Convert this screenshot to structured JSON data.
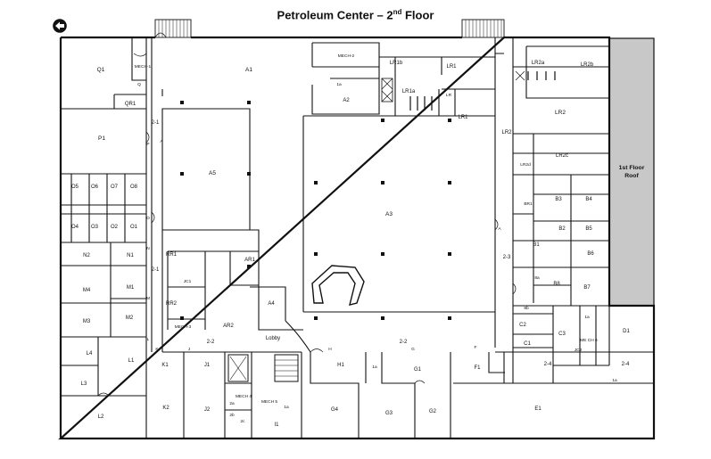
{
  "title": {
    "main": "Petroleum Center – 2",
    "sup": "nd",
    "tail": " Floor"
  },
  "back_icon": "left-arrow-circle-icon",
  "colors": {
    "walls": "#111111",
    "roof_fill": "#c8c8c8",
    "background": "#ffffff"
  },
  "roof": {
    "line1": "1st Floor",
    "line2": "Roof"
  },
  "rooms": [
    {
      "id": "q1",
      "label": "Q1"
    },
    {
      "id": "mech-1",
      "label": "MECH-1"
    },
    {
      "id": "q",
      "label": "Q"
    },
    {
      "id": "qr1",
      "label": "QR1"
    },
    {
      "id": "a1",
      "label": "A1"
    },
    {
      "id": "mech-2",
      "label": "MECH-2"
    },
    {
      "id": "1a-top",
      "label": "1a"
    },
    {
      "id": "lr1b",
      "label": "LR1b"
    },
    {
      "id": "lr1",
      "label": "LR1"
    },
    {
      "id": "a2",
      "label": "A2"
    },
    {
      "id": "lr1a",
      "label": "LR1a"
    },
    {
      "id": "lr-small",
      "label": "LR"
    },
    {
      "id": "lr1-low",
      "label": "LR1"
    },
    {
      "id": "lr2a",
      "label": "LR2a"
    },
    {
      "id": "lr2b",
      "label": "LR2b"
    },
    {
      "id": "lr2",
      "label": "LR2"
    },
    {
      "id": "lr2-side",
      "label": "LR2"
    },
    {
      "id": "lr2c",
      "label": "LR2c"
    },
    {
      "id": "lr2d",
      "label": "LR2d"
    },
    {
      "id": "p1",
      "label": "P1"
    },
    {
      "id": "a5",
      "label": "A5"
    },
    {
      "id": "a3",
      "label": "A3"
    },
    {
      "id": "o5",
      "label": "O5"
    },
    {
      "id": "o6",
      "label": "O6"
    },
    {
      "id": "o7",
      "label": "O7"
    },
    {
      "id": "o8",
      "label": "O8"
    },
    {
      "id": "o4",
      "label": "O4"
    },
    {
      "id": "o3",
      "label": "O3"
    },
    {
      "id": "o2",
      "label": "O2"
    },
    {
      "id": "o1",
      "label": "O1"
    },
    {
      "id": "o",
      "label": "O"
    },
    {
      "id": "b3",
      "label": "B3"
    },
    {
      "id": "b4",
      "label": "B4"
    },
    {
      "id": "br1",
      "label": "BR1"
    },
    {
      "id": "b2",
      "label": "B2"
    },
    {
      "id": "b5",
      "label": "B5"
    },
    {
      "id": "b1",
      "label": "B1"
    },
    {
      "id": "b6",
      "label": "B6"
    },
    {
      "id": "b7",
      "label": "B7"
    },
    {
      "id": "b8",
      "label": "B8"
    },
    {
      "id": "8a",
      "label": "8a"
    },
    {
      "id": "8b",
      "label": "8b"
    },
    {
      "id": "n2",
      "label": "N2"
    },
    {
      "id": "n1",
      "label": "N1"
    },
    {
      "id": "n",
      "label": "N"
    },
    {
      "id": "rr1",
      "label": "RR1"
    },
    {
      "id": "ar1",
      "label": "AR1"
    },
    {
      "id": "jc1",
      "label": "JC1"
    },
    {
      "id": "rr2",
      "label": "RR2"
    },
    {
      "id": "ar2",
      "label": "AR2"
    },
    {
      "id": "mech-3",
      "label": "MECH-3"
    },
    {
      "id": "m4",
      "label": "M4"
    },
    {
      "id": "m1",
      "label": "M1"
    },
    {
      "id": "m",
      "label": "M"
    },
    {
      "id": "m3",
      "label": "M3"
    },
    {
      "id": "m2",
      "label": "M2"
    },
    {
      "id": "a4",
      "label": "A4"
    },
    {
      "id": "lobby",
      "label": "Lobby"
    },
    {
      "id": "c2",
      "label": "C2"
    },
    {
      "id": "c1",
      "label": "C1"
    },
    {
      "id": "c3",
      "label": "C3"
    },
    {
      "id": "1a-c",
      "label": "1a"
    },
    {
      "id": "me",
      "label": "ME CH 6"
    },
    {
      "id": "jc2",
      "label": "JC2"
    },
    {
      "id": "d1",
      "label": "D1"
    },
    {
      "id": "l4",
      "label": "L4"
    },
    {
      "id": "l1",
      "label": "L1"
    },
    {
      "id": "l",
      "label": "L"
    },
    {
      "id": "l3",
      "label": "L3"
    },
    {
      "id": "l2",
      "label": "L2"
    },
    {
      "id": "k",
      "label": "K"
    },
    {
      "id": "k1",
      "label": "K1"
    },
    {
      "id": "k2",
      "label": "K2"
    },
    {
      "id": "j",
      "label": "J"
    },
    {
      "id": "j1",
      "label": "J1"
    },
    {
      "id": "j2",
      "label": "J2"
    },
    {
      "id": "2a",
      "label": "2a"
    },
    {
      "id": "2b",
      "label": "2b"
    },
    {
      "id": "2c",
      "label": "2c"
    },
    {
      "id": "mech-4",
      "label": "MECH 4"
    },
    {
      "id": "mech-5",
      "label": "MECH 5"
    },
    {
      "id": "1a-i",
      "label": "1a"
    },
    {
      "id": "i1",
      "label": "I1"
    },
    {
      "id": "h",
      "label": "H"
    },
    {
      "id": "h1",
      "label": "H1"
    },
    {
      "id": "1a-h",
      "label": "1a"
    },
    {
      "id": "g",
      "label": "G"
    },
    {
      "id": "g1",
      "label": "G1"
    },
    {
      "id": "g4",
      "label": "G4"
    },
    {
      "id": "g3",
      "label": "G3"
    },
    {
      "id": "g2",
      "label": "G2"
    },
    {
      "id": "f",
      "label": "F"
    },
    {
      "id": "f1",
      "label": "F1"
    },
    {
      "id": "e1",
      "label": "E1"
    },
    {
      "id": "1a-e",
      "label": "1a"
    },
    {
      "id": "a",
      "label": "A"
    },
    {
      "id": "p",
      "label": "P"
    }
  ],
  "corridors": [
    {
      "id": "c-2-1-top",
      "label": "2-1"
    },
    {
      "id": "c-2-1-mid",
      "label": "2-1"
    },
    {
      "id": "c-2-2-left",
      "label": "2-2"
    },
    {
      "id": "c-2-2-right",
      "label": "2-2"
    },
    {
      "id": "c-2-3",
      "label": "2-3"
    },
    {
      "id": "c-2-4-left",
      "label": "2-4"
    },
    {
      "id": "c-2-4-right",
      "label": "2-4"
    },
    {
      "id": "c-a",
      "label": "A"
    }
  ]
}
